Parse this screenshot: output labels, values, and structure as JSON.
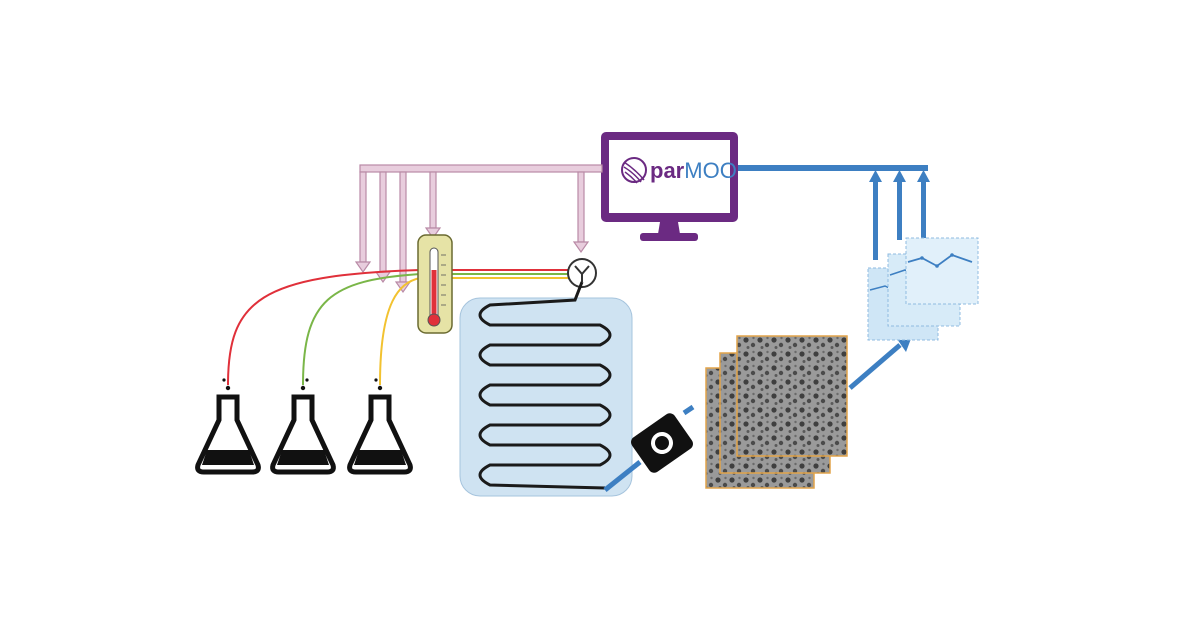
{
  "logo": {
    "name_part1": "par",
    "name_part2": "MOO"
  },
  "colors": {
    "monitor": "#6b2a82",
    "feed_arrows": "#c79ab4",
    "output_arrows": "#3d7fc2",
    "line_red": "#e0303a",
    "line_green": "#7ab648",
    "line_yellow": "#f2c230",
    "reactor_fill": "#cfe3f2",
    "thermometer_fill": "#e6e3a6"
  },
  "icons": {
    "monitor": "monitor-icon",
    "flask": "erlenmeyer-flask-icon",
    "thermometer": "thermometer-icon",
    "mixer": "y-mixer-icon",
    "reactor": "coil-reactor-icon",
    "camera": "camera-icon",
    "images": "microscopy-image-stack",
    "plots": "data-plot-stack"
  }
}
